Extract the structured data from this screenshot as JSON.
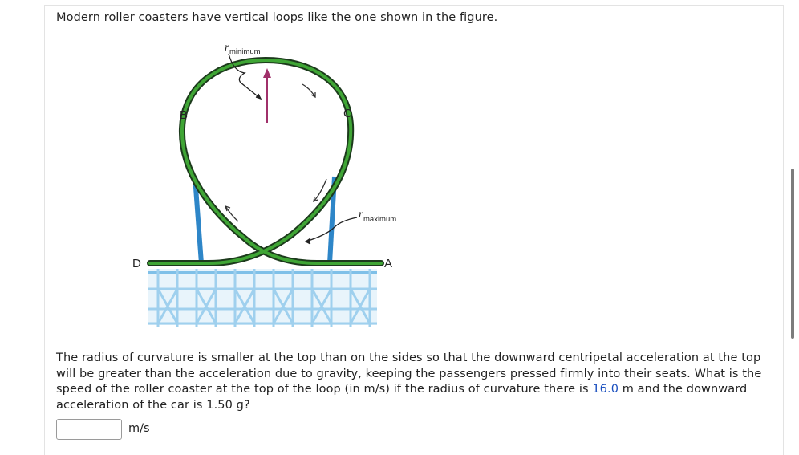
{
  "question": {
    "intro": "Modern roller coasters have vertical loops like the one shown in the figure.",
    "body_part1": "The radius of curvature is smaller at the top than on the sides so that the downward centripetal acceleration at the top will be greater than the acceleration due to gravity, keeping the passengers pressed firmly into their seats. What is the speed of the roller coaster at the top of the loop (in m/s) if the radius of curvature there is ",
    "radius_value": "16.0",
    "body_part2": " m and the downward acceleration of the car is 1.50 g?"
  },
  "figure": {
    "label_b": "B",
    "label_c": "C",
    "label_d": "D",
    "label_a": "A",
    "r_minimum_symbol": "r",
    "r_minimum_sub": "minimum",
    "r_maximum_symbol": "r",
    "r_maximum_sub": "maximum",
    "colors": {
      "track_green": "#3fa535",
      "support_blue": "#2e86c8",
      "lattice_light": "#9fd0ee",
      "accel_arrow": "#a0306a"
    }
  },
  "answer": {
    "input_value": "",
    "unit": "m/s"
  }
}
